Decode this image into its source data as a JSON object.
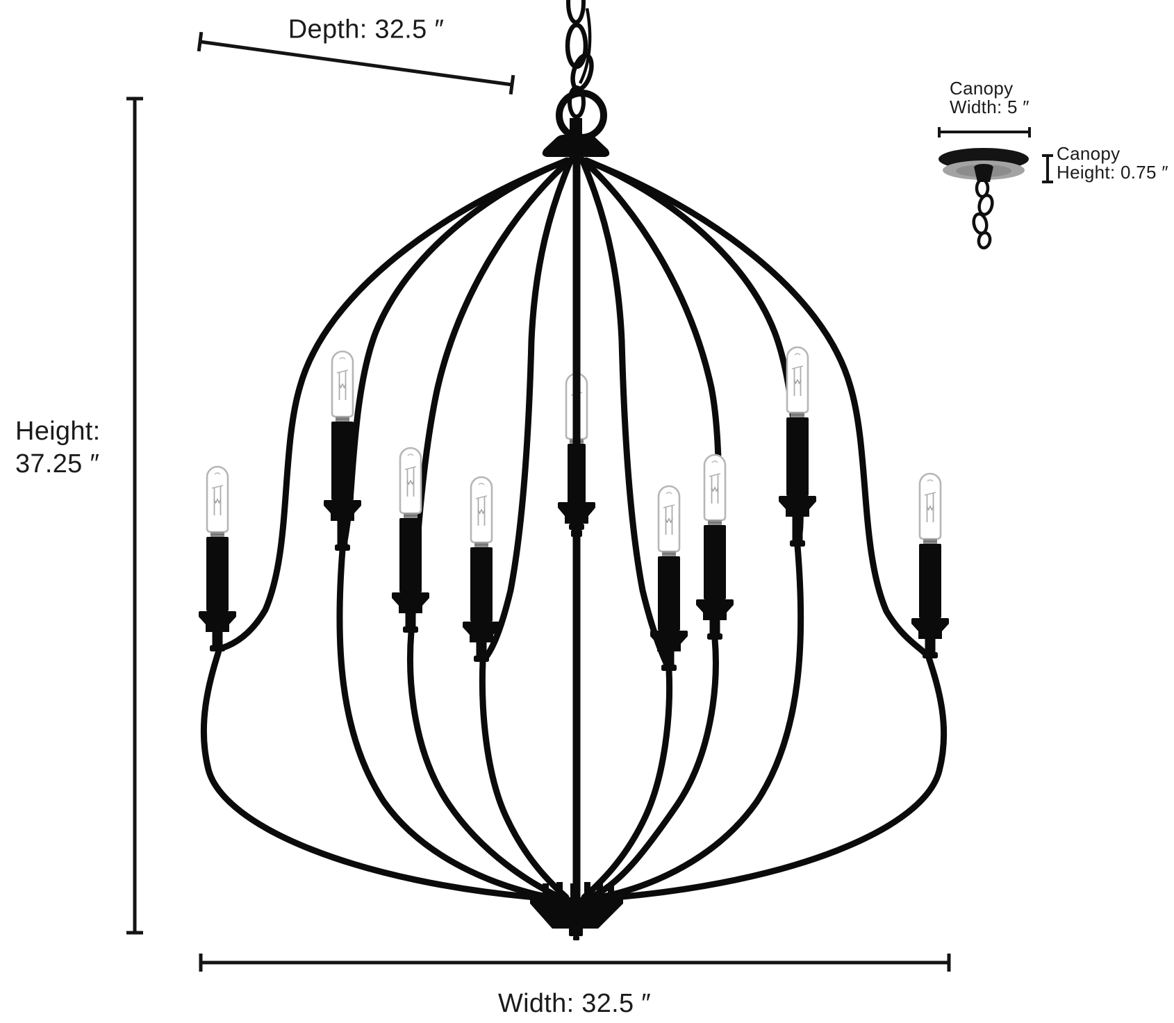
{
  "figure": {
    "background_color": "#ffffff",
    "annotation": {
      "line_color": "#141414",
      "text_color": "#1b1b1b"
    },
    "fixture": {
      "type": "candle-style chandelier",
      "finish_color": "#0b0b0b",
      "light_count": 9
    },
    "dimensions": {
      "depth": {
        "label": "Depth: 32.5 ″",
        "inches": 32.5
      },
      "height": {
        "line1": "Height:",
        "line2": "37.25 ″",
        "inches": 37.25
      },
      "width": {
        "label": "Width: 32.5 ″",
        "inches": 32.5
      },
      "canopy_width": {
        "line1": "Canopy",
        "line2": "Width: 5 ″",
        "inches": 5
      },
      "canopy_height": {
        "line1": "Canopy",
        "line2": "Height: 0.75 ″",
        "inches": 0.75
      }
    }
  }
}
